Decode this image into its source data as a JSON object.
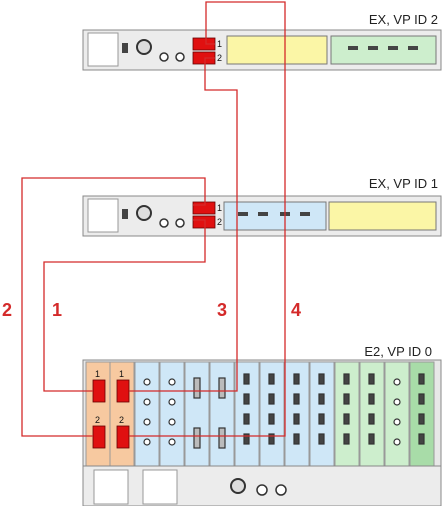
{
  "units": [
    {
      "id": "ex2",
      "label": "EX, VP ID 2",
      "ports": [
        "1",
        "2"
      ]
    },
    {
      "id": "ex1",
      "label": "EX, VP ID 1",
      "ports": [
        "1",
        "2"
      ]
    },
    {
      "id": "e2",
      "label": "E2, VP ID 0",
      "ports": [
        "1",
        "1",
        "2",
        "2"
      ]
    }
  ],
  "cables": [
    {
      "number": "1"
    },
    {
      "number": "2"
    },
    {
      "number": "3"
    },
    {
      "number": "4"
    }
  ],
  "colors": {
    "cable": "#d42a2a",
    "port_red": "#e01010",
    "card_yellow": "#fbf6a6",
    "card_green": "#cdeecd",
    "card_blue": "#cfe7f7",
    "card_orange": "#f7c9a0",
    "chassis": "#e8e8e8"
  }
}
